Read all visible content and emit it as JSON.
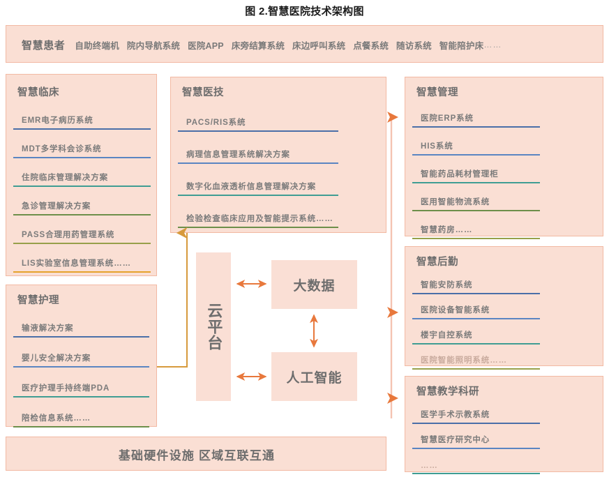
{
  "figure": {
    "title": "图 2.智慧医院技术架构图"
  },
  "colors": {
    "panel_fill": "#fadfd4",
    "panel_border": "#f2b9a3",
    "center_fill": "#fadfd5",
    "arrow": "#e8783c",
    "connector_gold": "#d79a3c",
    "connector_pink": "#f4c3b2",
    "text": "#6d6d6d",
    "rule_blue": "#4a6fa8",
    "rule_blue2": "#5a85c2",
    "rule_teal": "#3f9d93",
    "rule_green": "#6d8f4a",
    "rule_olive": "#97a04a",
    "rule_orange": "#e5a32c"
  },
  "top_banner": {
    "lead": "智慧患者",
    "items": [
      "自助终端机",
      "院内导航系统",
      "医院APP",
      "床旁结算系统",
      "床边呼叫系统",
      "点餐系统",
      "随访系统",
      "智能陪护床"
    ],
    "ellipsis": "……"
  },
  "panels": [
    {
      "id": "clinical",
      "title": "智慧临床",
      "items": [
        {
          "label": "EMR电子病历系统",
          "rule": "#4a6fa8"
        },
        {
          "label": "MDT多学科会诊系统",
          "rule": "#5a85c2"
        },
        {
          "label": "住院临床管理解决方案",
          "rule": "#3f9d93"
        },
        {
          "label": "急诊管理解决方案",
          "rule": "#6d8f4a"
        },
        {
          "label": "PASS合理用药管理系统",
          "rule": "#97a04a"
        },
        {
          "label": "LIS实验室信息管理系统……",
          "rule": "#e5a32c"
        }
      ]
    },
    {
      "id": "nursing",
      "title": "智慧护理",
      "items": [
        {
          "label": "输液解决方案",
          "rule": "#4a6fa8"
        },
        {
          "label": "婴儿安全解决方案",
          "rule": "#5a85c2"
        },
        {
          "label": "医疗护理手持终端PDA",
          "rule": "#3f9d93"
        },
        {
          "label": "陪检信息系统……",
          "rule": "#6d8f4a"
        }
      ]
    },
    {
      "id": "medtech",
      "title": "智慧医技",
      "items": [
        {
          "label": "PACS/RIS系统",
          "rule": "#4a6fa8"
        },
        {
          "label": "病理信息管理系统解决方案",
          "rule": "#5a85c2"
        },
        {
          "label": "数字化血液透析信息管理解决方案",
          "rule": "#3f9d93"
        },
        {
          "label": "检验检查临床应用及智能提示系统……",
          "rule": "#6d8f4a"
        }
      ]
    },
    {
      "id": "management",
      "title": "智慧管理",
      "items": [
        {
          "label": "医院ERP系统",
          "rule": "#4a6fa8"
        },
        {
          "label": "HIS系统",
          "rule": "#5a85c2"
        },
        {
          "label": "智能药品耗材管理柜",
          "rule": "#3f9d93"
        },
        {
          "label": "医用智能物流系统",
          "rule": "#6d8f4a"
        },
        {
          "label": "智慧药房……",
          "rule": "#97a04a"
        }
      ]
    },
    {
      "id": "logistics",
      "title": "智慧后勤",
      "items": [
        {
          "label": "智能安防系统",
          "rule": "#4a6fa8"
        },
        {
          "label": "医院设备智能系统",
          "rule": "#5a85c2"
        },
        {
          "label": "楼宇自控系统",
          "rule": "#3f9d93"
        },
        {
          "label": "医院智能照明系统……",
          "rule": "#97a04a",
          "faded": true
        }
      ]
    },
    {
      "id": "research",
      "title": "智慧教学科研",
      "items": [
        {
          "label": "医学手术示教系统",
          "rule": "#4a6fa8"
        },
        {
          "label": "智慧医疗研究中心",
          "rule": "#5a85c2"
        },
        {
          "label": "……",
          "rule": "#3f9d93",
          "faded": true
        }
      ]
    }
  ],
  "center": {
    "cloud_platform": "云平台",
    "big_data": "大数据",
    "ai": "人工智能"
  },
  "bottom_bar": {
    "label": "基础硬件设施  区域互联互通"
  }
}
